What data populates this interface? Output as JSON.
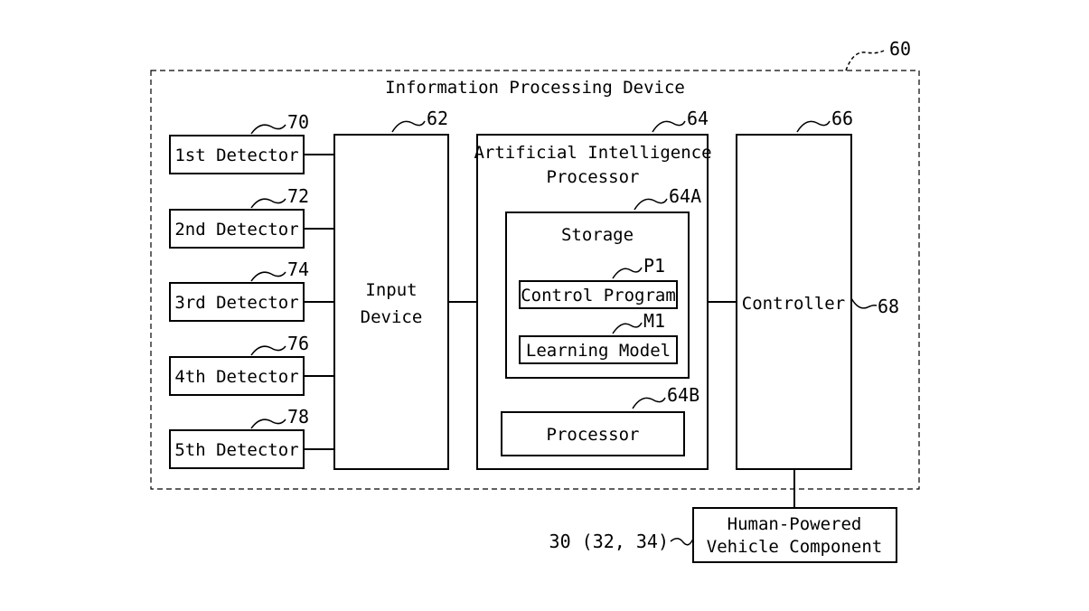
{
  "device": {
    "title": "Information Processing Device",
    "ref": "60"
  },
  "detectors": [
    {
      "label": "1st Detector",
      "ref": "70"
    },
    {
      "label": "2nd Detector",
      "ref": "72"
    },
    {
      "label": "3rd Detector",
      "ref": "74"
    },
    {
      "label": "4th Detector",
      "ref": "76"
    },
    {
      "label": "5th Detector",
      "ref": "78"
    }
  ],
  "input_device": {
    "line1": "Input",
    "line2": "Device",
    "ref": "62"
  },
  "ai_processor": {
    "line1": "Artificial Intelligence",
    "line2": "Processor",
    "ref": "64",
    "storage": {
      "label": "Storage",
      "ref": "64A",
      "control_program": {
        "label": "Control Program",
        "ref": "P1"
      },
      "learning_model": {
        "label": "Learning Model",
        "ref": "M1"
      }
    },
    "processor": {
      "label": "Processor",
      "ref": "64B"
    }
  },
  "controller": {
    "label": "Controller",
    "ref_top": "66",
    "ref_side": "68"
  },
  "component": {
    "line1": "Human-Powered",
    "line2": "Vehicle Component",
    "ref": "30 (32, 34)"
  }
}
